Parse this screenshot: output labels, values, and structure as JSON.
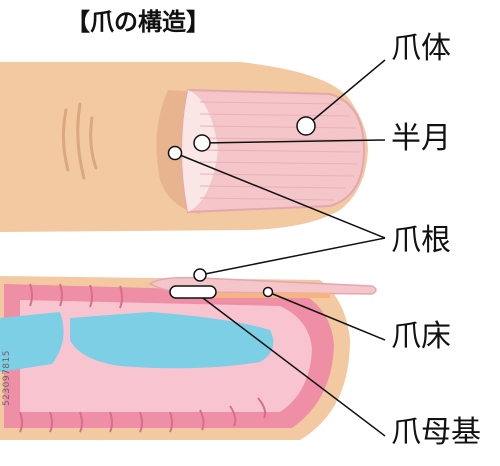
{
  "title": "【爪の構造】",
  "labels": {
    "nail_body": "爪体",
    "lunula": "半月",
    "nail_root": "爪根",
    "nail_bed": "爪床",
    "nail_matrix": "爪母基"
  },
  "side_id": "523097815",
  "colors": {
    "skin": "#f2c9a1",
    "skin_shadow": "#d9a880",
    "nail": "#f4c5c9",
    "nail_edge": "#e5a7ae",
    "lunula": "#fbe6e6",
    "tissue_pink": "#ef8fa6",
    "tissue_light": "#f7c4d0",
    "bone_blue": "#7ccfe4",
    "line": "#111111"
  }
}
